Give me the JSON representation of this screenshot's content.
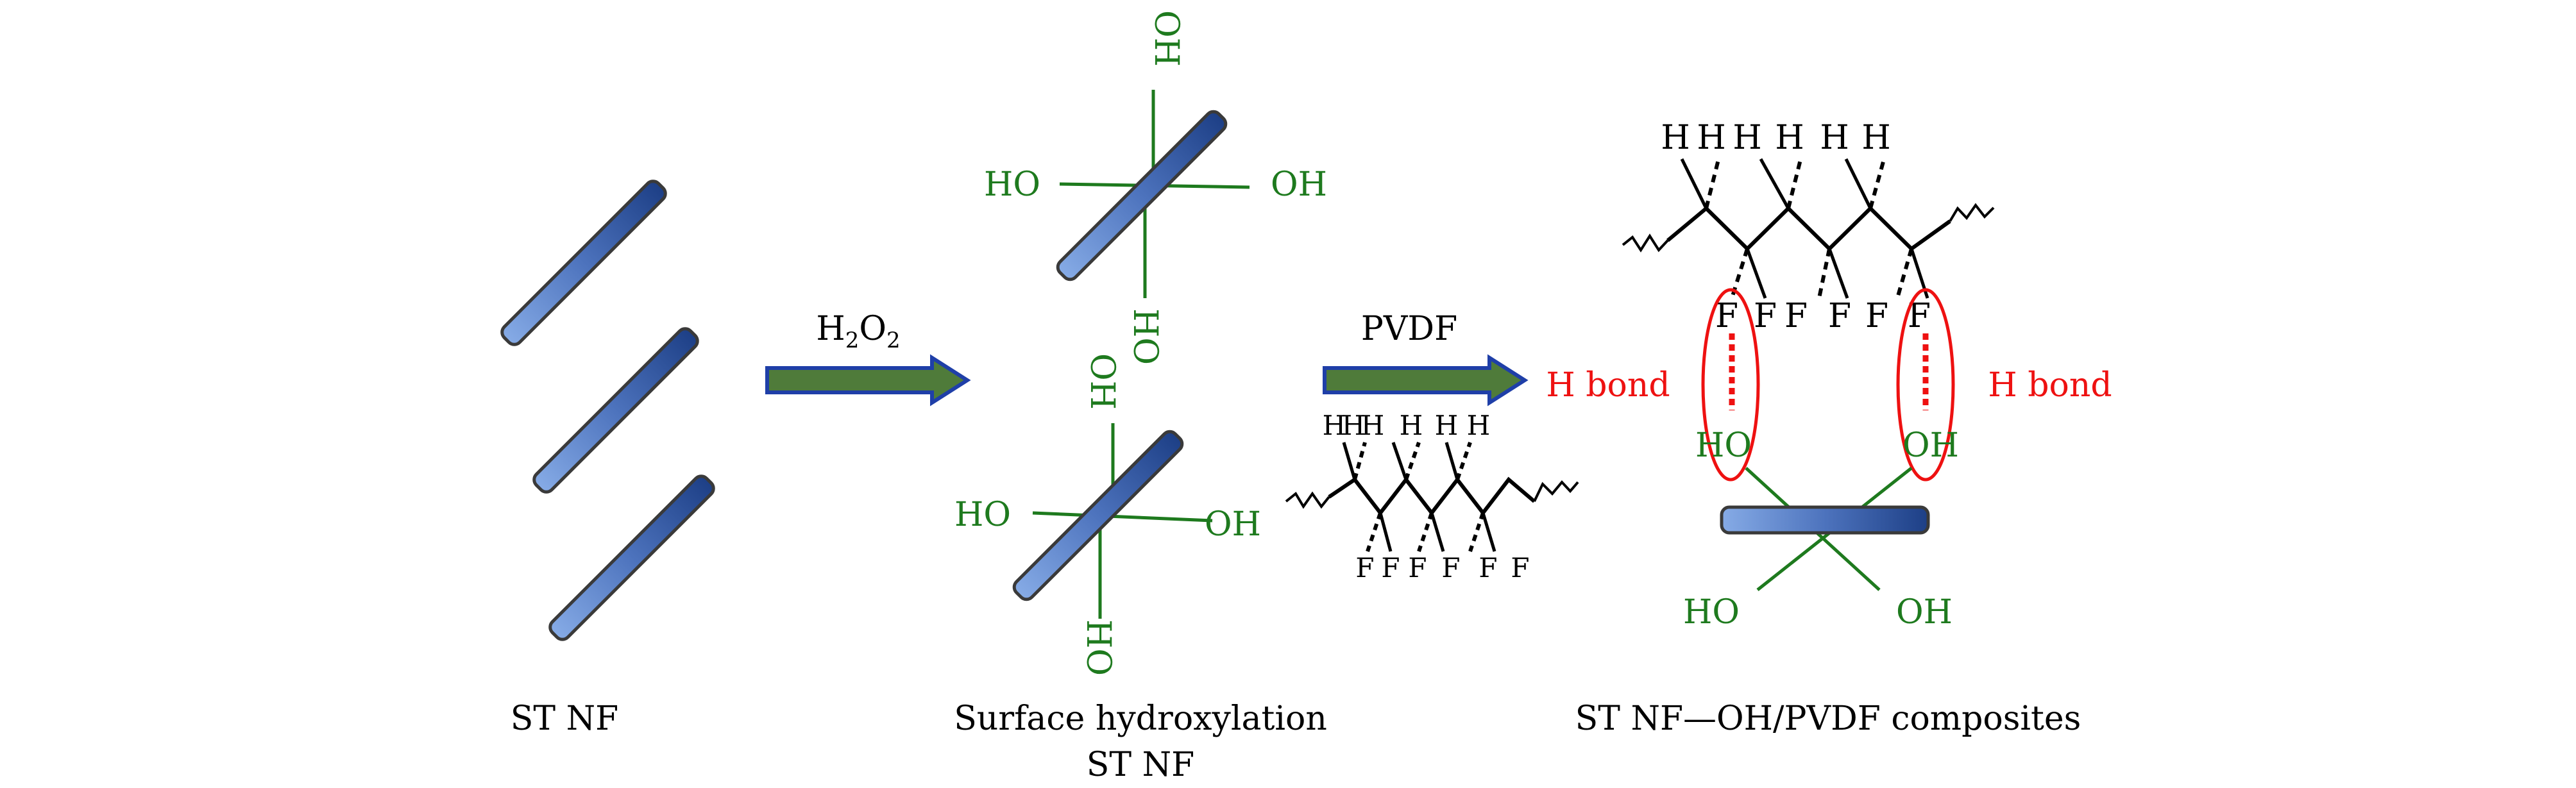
{
  "colors": {
    "green": "#1e7a1e",
    "red": "#ee1111",
    "rod_light": "#6f97d6",
    "rod_dark": "#1d3f86",
    "arrow_fill": "#4f7b3a",
    "arrow_stroke": "#1f3fa8"
  },
  "labels": {
    "st_nf": "ST NF",
    "surface_line1": "Surface hydroxylation",
    "surface_line2": "ST NF",
    "composite": "ST NF—OH/PVDF composites"
  },
  "arrows": {
    "h2o2": {
      "h": "H",
      "sub1": "2",
      "o": "O",
      "sub2": "2"
    },
    "pvdf": "PVDF"
  },
  "groups": {
    "ho": "HO",
    "oh": "OH",
    "h": "H",
    "f": "F"
  },
  "hbond": {
    "left": "H bond",
    "right": "H bond"
  }
}
